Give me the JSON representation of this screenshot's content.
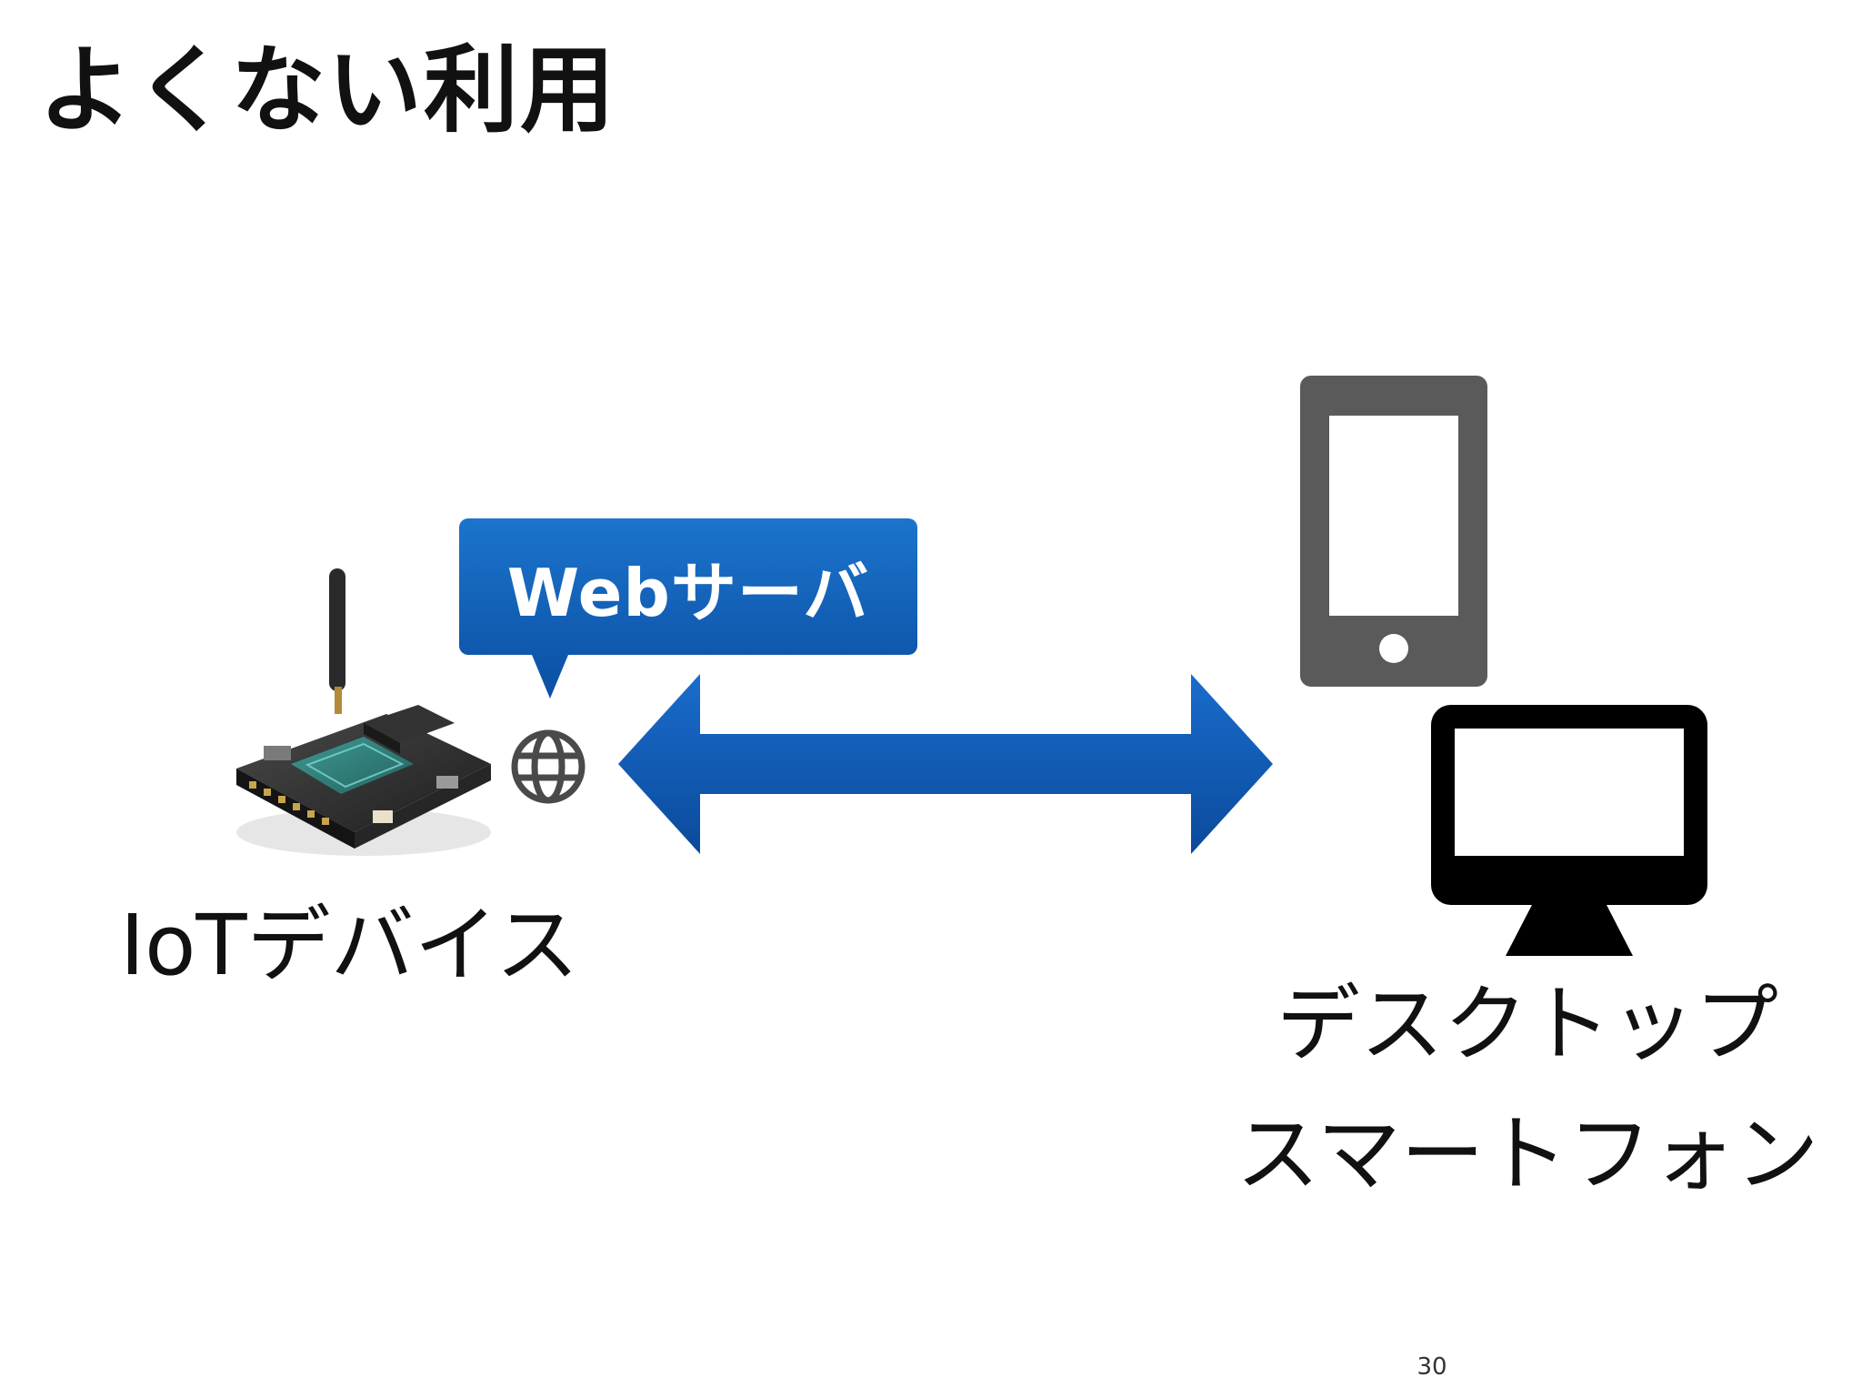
{
  "slide": {
    "title": "よくない利用",
    "page_number": "30"
  },
  "callout": {
    "label": "Webサーバ",
    "color": "#0b5db5"
  },
  "iot_device": {
    "label": "IoTデバイス",
    "icon": "globe-icon"
  },
  "connection": {
    "type": "double-arrow",
    "color": "#0a55ad"
  },
  "clients": {
    "label_line1": "デスクトップ",
    "label_line2": "スマートフォン",
    "smartphone_icon": "smartphone-icon",
    "desktop_icon": "desktop-icon",
    "smartphone_color": "#5a5a5a",
    "desktop_color": "#000000"
  }
}
